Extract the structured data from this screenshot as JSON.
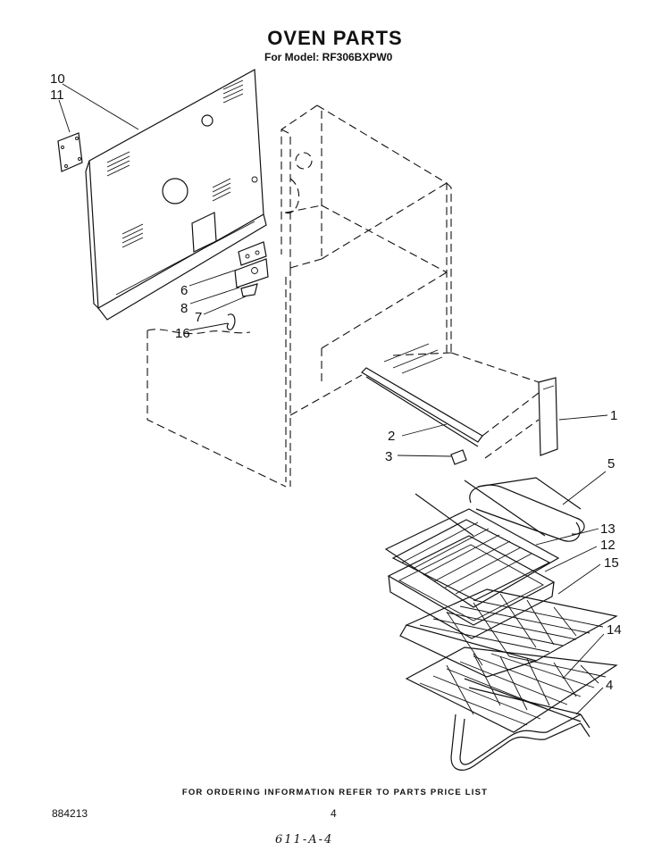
{
  "header": {
    "title": "OVEN PARTS",
    "subtitle": "For Model: RF306BXPW0"
  },
  "callouts": {
    "c1": "1",
    "c2": "2",
    "c3": "3",
    "c4": "4",
    "c5": "5",
    "c6": "6",
    "c7": "7",
    "c8": "8",
    "c10": "10",
    "c11": "11",
    "c12": "12",
    "c13": "13",
    "c14": "14",
    "c15": "15",
    "c16": "16"
  },
  "footer": {
    "note": "FOR ORDERING INFORMATION REFER TO PARTS PRICE LIST",
    "doc_number": "884213",
    "page_number": "4",
    "handwritten": "611-A-4"
  }
}
